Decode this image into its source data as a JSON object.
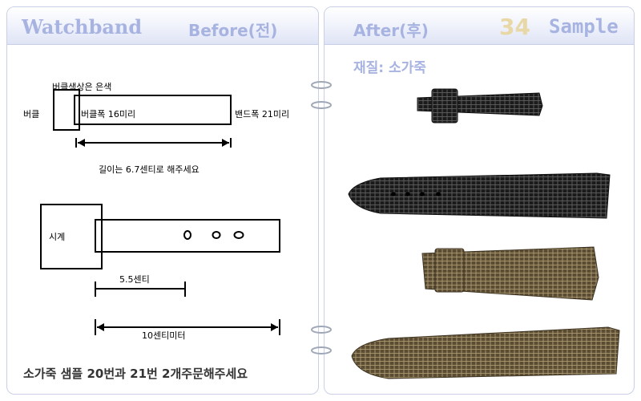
{
  "left": {
    "title": "Watchband",
    "subtitle": "Before(전)",
    "labels": {
      "buckle_color": "버클색상은 은색",
      "buckle": "버클",
      "buckle_width": "버클폭 16미리",
      "band_width": "밴드폭 21미리",
      "length_note": "길이는 6.7센티로 해주세요",
      "watch": "시계",
      "length_short": "5.5센티",
      "length_long": "10센티미터"
    },
    "order_note": "소가죽 샘플 20번과 21번 2개주문해주세요"
  },
  "right": {
    "title": "After(후)",
    "sample_number": "34",
    "sample_label": "Sample",
    "material": "재질: 소가죽"
  },
  "colors": {
    "header_text": "#a7b3e0",
    "sample_number": "#e8d8a8",
    "black_strap": "#1b1b1b",
    "brown_strap": "#5a4d33"
  }
}
